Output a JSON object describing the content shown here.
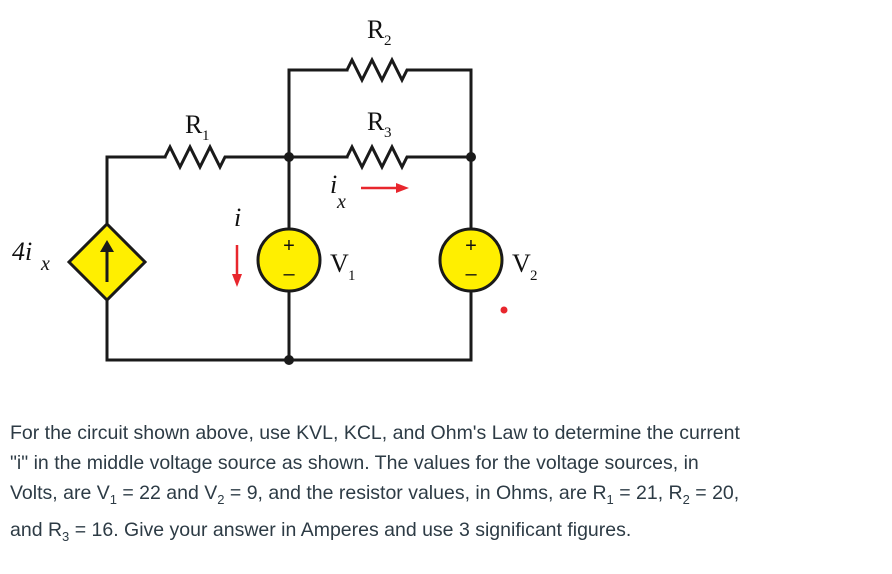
{
  "diagram": {
    "labels": {
      "r1": "R",
      "r1_sub": "1",
      "r2": "R",
      "r2_sub": "2",
      "r3": "R",
      "r3_sub": "3",
      "v1": "V",
      "v1_sub": "1",
      "v2": "V",
      "v2_sub": "2",
      "dep_source": "4i",
      "dep_source_sub": "x",
      "ix": "i",
      "ix_sub": "x",
      "i": "i",
      "plus": "+",
      "minus": "–"
    },
    "colors": {
      "wire": "#1a1a1a",
      "source_fill": "#ffef00",
      "arrow_red": "#e8262d"
    }
  },
  "problem": {
    "line1": "For the circuit shown above, use KVL, KCL, and Ohm's Law to determine the current",
    "line2": "\"i\" in the middle voltage source as shown. The values for the voltage sources, in",
    "line3_a": "Volts, are V",
    "line3_b": "1",
    "line3_c": " = 22 and V",
    "line3_d": "2",
    "line3_e": " = 9, and the resistor values, in Ohms, are R",
    "line3_f": "1",
    "line3_g": " = 21, R",
    "line3_h": "2",
    "line3_i": " = 20,",
    "line4_a": "and R",
    "line4_b": "3",
    "line4_c": " = 16. Give your answer in Amperes and use 3 significant figures."
  }
}
